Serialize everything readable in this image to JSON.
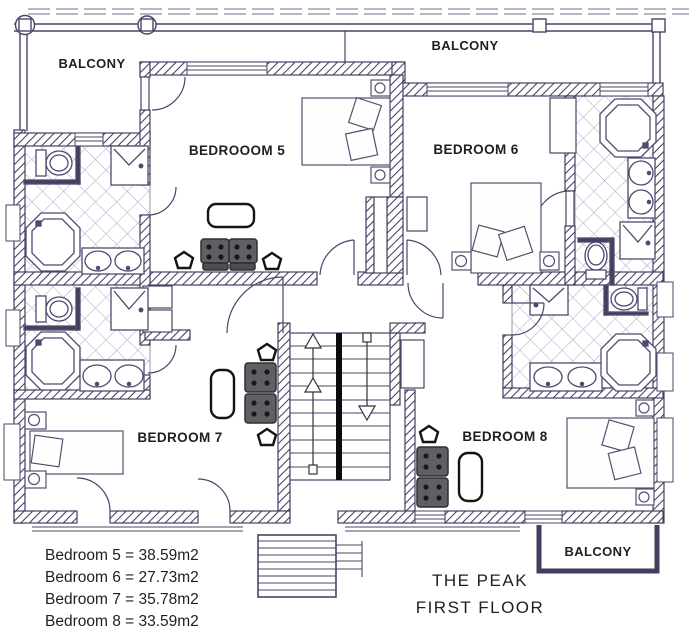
{
  "plan": {
    "title_line1": "THE PEAK",
    "title_line2": "FIRST FLOOR"
  },
  "rooms": {
    "bedroom5_label": "BEDROOOM 5",
    "bedroom6_label": "BEDROOM 6",
    "bedroom7_label": "BEDROOM 7",
    "bedroom8_label": "BEDROOM 8"
  },
  "balconies": {
    "top_left_label": "BALCONY",
    "top_label": "BALCONY",
    "bottom_right_label": "BALCONY"
  },
  "legend": {
    "line1": "Bedroom 5 = 38.59m2",
    "line2": "Bedroom 6 = 27.73m2",
    "line3": "Bedroom 7 = 35.78m2",
    "line4": "Bedroom 8 = 33.59m2"
  },
  "areas_m2": {
    "bedroom5": 38.59,
    "bedroom6": 27.73,
    "bedroom7": 35.78,
    "bedroom8": 33.59
  },
  "colors": {
    "wall": "#463e60",
    "tile": "#a6abc9",
    "ink": "#1f1f1f",
    "sofa": "#5e6063"
  }
}
